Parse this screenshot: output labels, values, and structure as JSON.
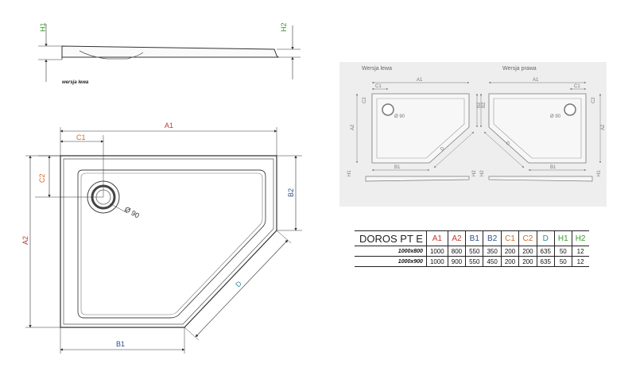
{
  "colors": {
    "red": "#c0392b",
    "blue": "#2c4f8f",
    "orange": "#d2691e",
    "teal": "#2e8b9a",
    "green": "#3a9a2a",
    "panel_bg": "#eeeeee",
    "line": "#333333"
  },
  "side_view": {
    "h1_label": "H1",
    "h2_label": "H2",
    "caption": "wersja lewa"
  },
  "main_plan": {
    "a1": "A1",
    "a2": "A2",
    "b1": "B1",
    "b2": "B2",
    "c1": "C1",
    "c2": "C2",
    "d": "D",
    "drain": "Ø 90"
  },
  "variants_panel": {
    "left": {
      "title": "Wersja lewa",
      "a1": "A1",
      "a2": "A2",
      "b1": "B1",
      "b2": "B2",
      "c1": "C1",
      "c2": "C2",
      "d": "D",
      "h1": "H1",
      "h2": "H2",
      "drain": "Ø 90"
    },
    "right": {
      "title": "Wersja prawa",
      "a1": "A1",
      "a2": "A2",
      "b1": "B1",
      "b2": "B2",
      "c1": "C1",
      "c2": "C2",
      "d": "D",
      "h1": "H1",
      "h2": "H2",
      "drain": "Ø 90"
    }
  },
  "spec_table": {
    "model": "DOROS PT E",
    "columns": [
      {
        "label": "A1",
        "color": "#c0392b"
      },
      {
        "label": "A2",
        "color": "#c0392b"
      },
      {
        "label": "B1",
        "color": "#2c4f8f"
      },
      {
        "label": "B2",
        "color": "#2c4f8f"
      },
      {
        "label": "C1",
        "color": "#d2691e"
      },
      {
        "label": "C2",
        "color": "#d2691e"
      },
      {
        "label": "D",
        "color": "#2e8b9a"
      },
      {
        "label": "H1",
        "color": "#3a9a2a"
      },
      {
        "label": "H2",
        "color": "#3a9a2a"
      }
    ],
    "rows": [
      {
        "size": "1000x800",
        "values": [
          "1000",
          "800",
          "550",
          "350",
          "200",
          "200",
          "635",
          "50",
          "12"
        ]
      },
      {
        "size": "1000x900",
        "values": [
          "1000",
          "900",
          "550",
          "450",
          "200",
          "200",
          "635",
          "50",
          "12"
        ]
      }
    ]
  }
}
